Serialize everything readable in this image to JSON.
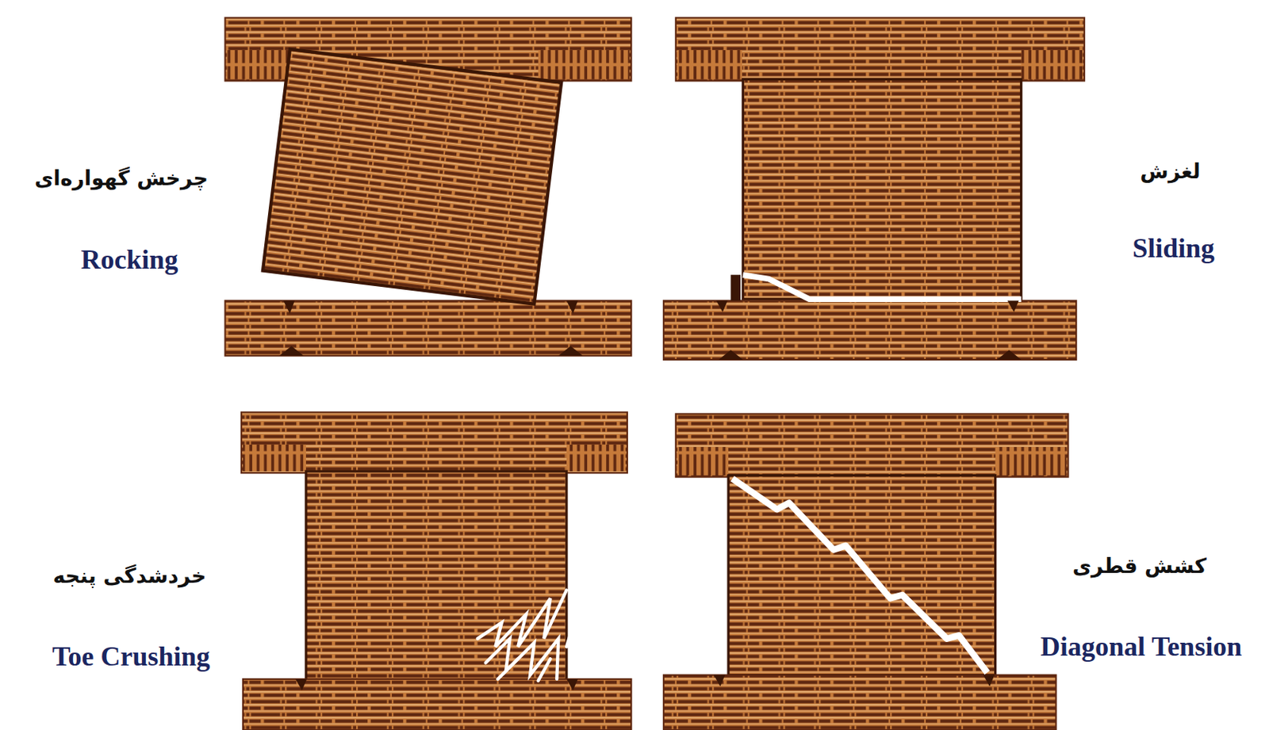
{
  "diagram": {
    "labels": [
      "چرخش گهواره‌ای",
      "Rocking",
      "لغزش",
      "Sliding",
      "خردشدگی پنجه",
      "Toe Crushing",
      "کشش قطری",
      "Diagonal Tension"
    ]
  }
}
